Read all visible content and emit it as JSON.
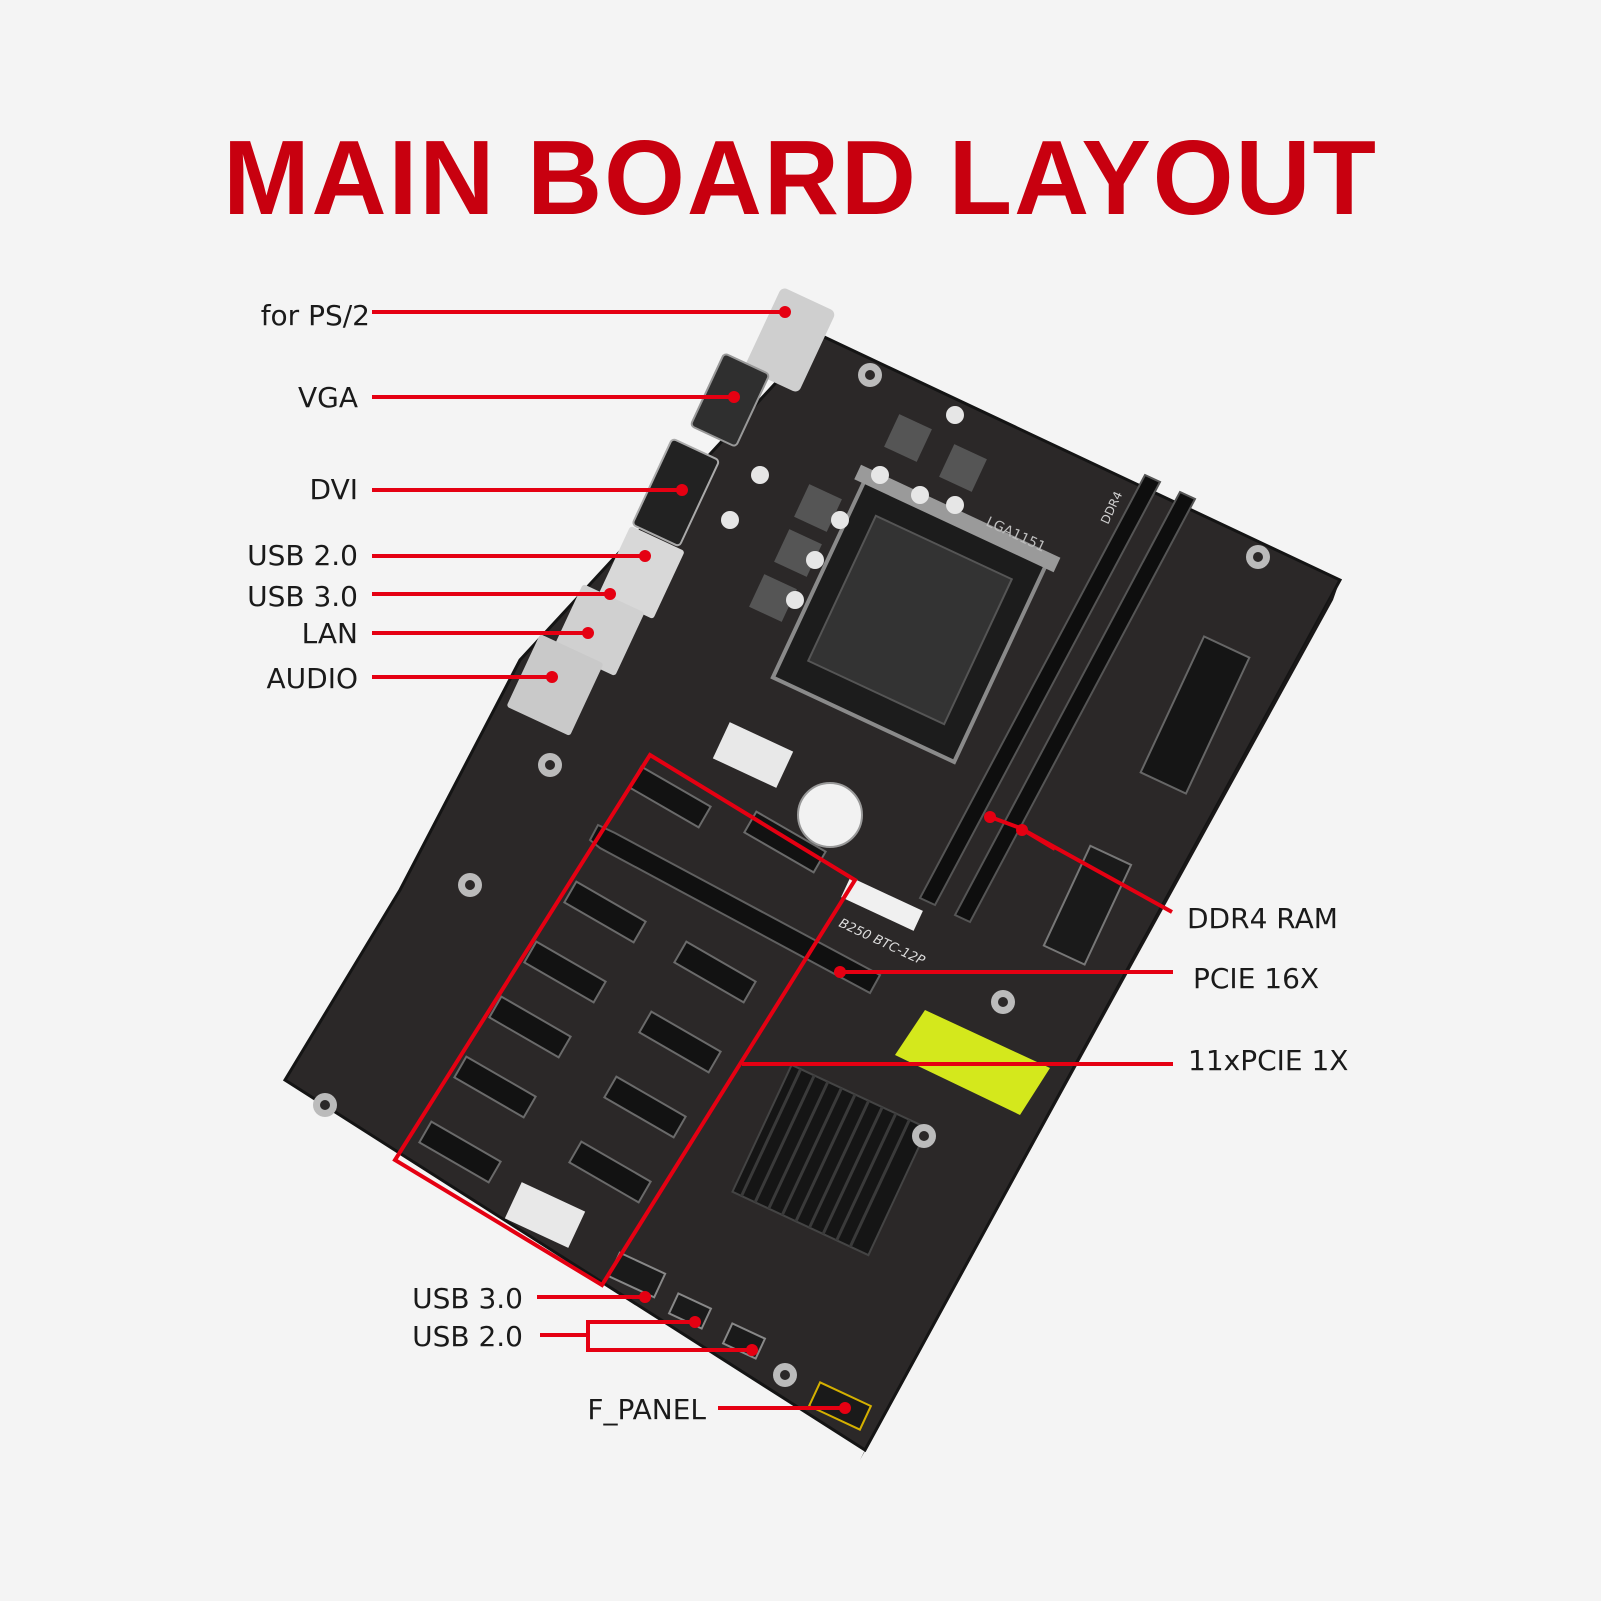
{
  "title": "MAIN BOARD LAYOUT",
  "board_marking": "B250 BTC-12P",
  "dimm_label": "DDR4",
  "socket_label": "LGA1151",
  "callouts": {
    "ps2": "for PS/2",
    "vga": "VGA",
    "dvi": "DVI",
    "usb20_rear": "USB 2.0",
    "usb30_rear": "USB 3.0",
    "lan": "LAN",
    "audio": "AUDIO",
    "ddr4": "DDR4 RAM",
    "pcie16": "PCIE 16X",
    "pcie1": "11xPCIE 1X",
    "usb30_header": "USB 3.0",
    "usb20_header": "USB 2.0",
    "fpanel": "F_PANEL"
  },
  "colors": {
    "title": "#c8000f",
    "leader": "#e50012",
    "pcb": "#2a2727",
    "slot": "#111111",
    "sticker": "#d4e81c"
  }
}
